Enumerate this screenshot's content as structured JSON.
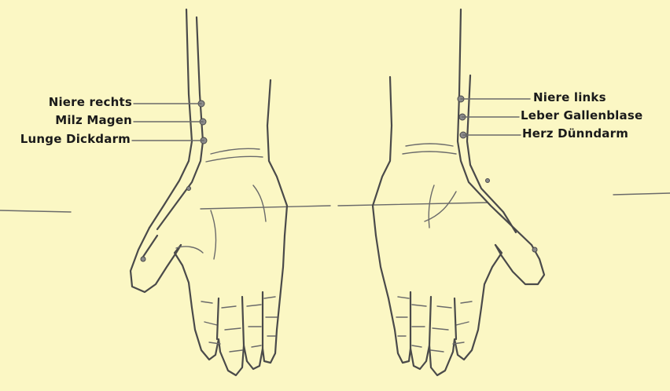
{
  "left_hand": {
    "labels": [
      "Niere rechts",
      "Milz Magen",
      "Lunge Dickdarm"
    ]
  },
  "right_hand": {
    "labels": [
      "Niere links",
      "Leber Gallenblase",
      "Herz Dünndarm"
    ]
  },
  "colors": {
    "background": "#fbf7c4",
    "line": "#4a4a4a",
    "text": "#1a1a1a"
  }
}
